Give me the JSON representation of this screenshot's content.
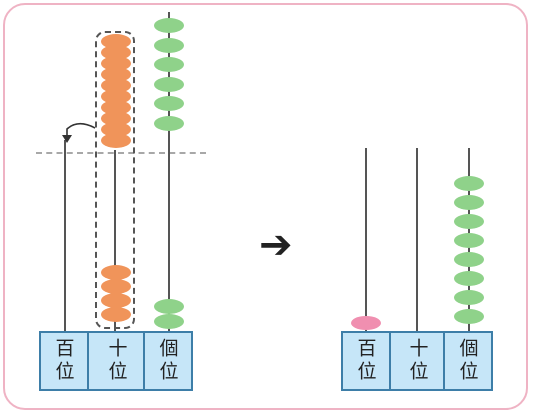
{
  "left_abacus": {
    "labels": [
      "百位",
      "十位",
      "個位"
    ]
  },
  "right_abacus": {
    "labels": [
      "百位",
      "十位",
      "個位"
    ]
  },
  "arrow_glyph": "➔",
  "colors": {
    "orange": "#f0945a",
    "green": "#8fd28a",
    "pink": "#f08fb0",
    "label_fill": "#c6e6f8",
    "frame": "#efb3c4"
  }
}
